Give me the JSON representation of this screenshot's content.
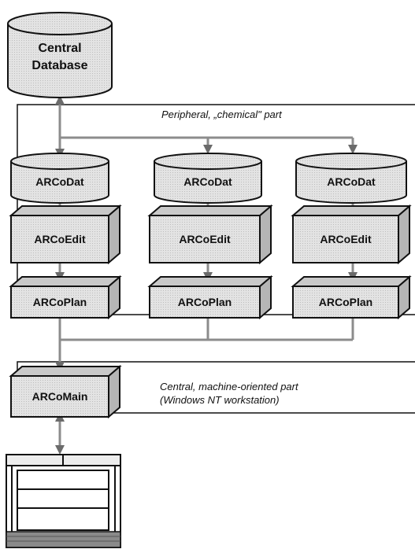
{
  "central_database": {
    "line1": "Central",
    "line2": "Database"
  },
  "peripheral_label": "Peripheral, „chemical\" part",
  "columns": [
    {
      "dat": "ARCoDat",
      "edit": "ARCoEdit",
      "plan": "ARCoPlan"
    },
    {
      "dat": "ARCoDat",
      "edit": "ARCoEdit",
      "plan": "ARCoPlan"
    },
    {
      "dat": "ARCoDat",
      "edit": "ARCoEdit",
      "plan": "ARCoPlan"
    }
  ],
  "main_box": "ARCoMain",
  "central_label_line1": "Central, machine-oriented part",
  "central_label_line2": "(Windows NT workstation)",
  "colors": {
    "fill": "#d9d9d9",
    "stroke": "#111111",
    "connector": "#9a9a9a"
  }
}
